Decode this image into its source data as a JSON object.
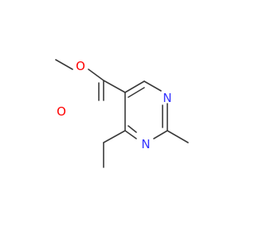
{
  "molecule": {
    "atoms": {
      "o_methoxy": "O",
      "o_carbonyl": "O",
      "n1": "N",
      "n3": "N"
    },
    "colors": {
      "bond": "#3a3a3a",
      "oxygen": "#ff0000",
      "nitrogen": "#3333ff"
    }
  }
}
